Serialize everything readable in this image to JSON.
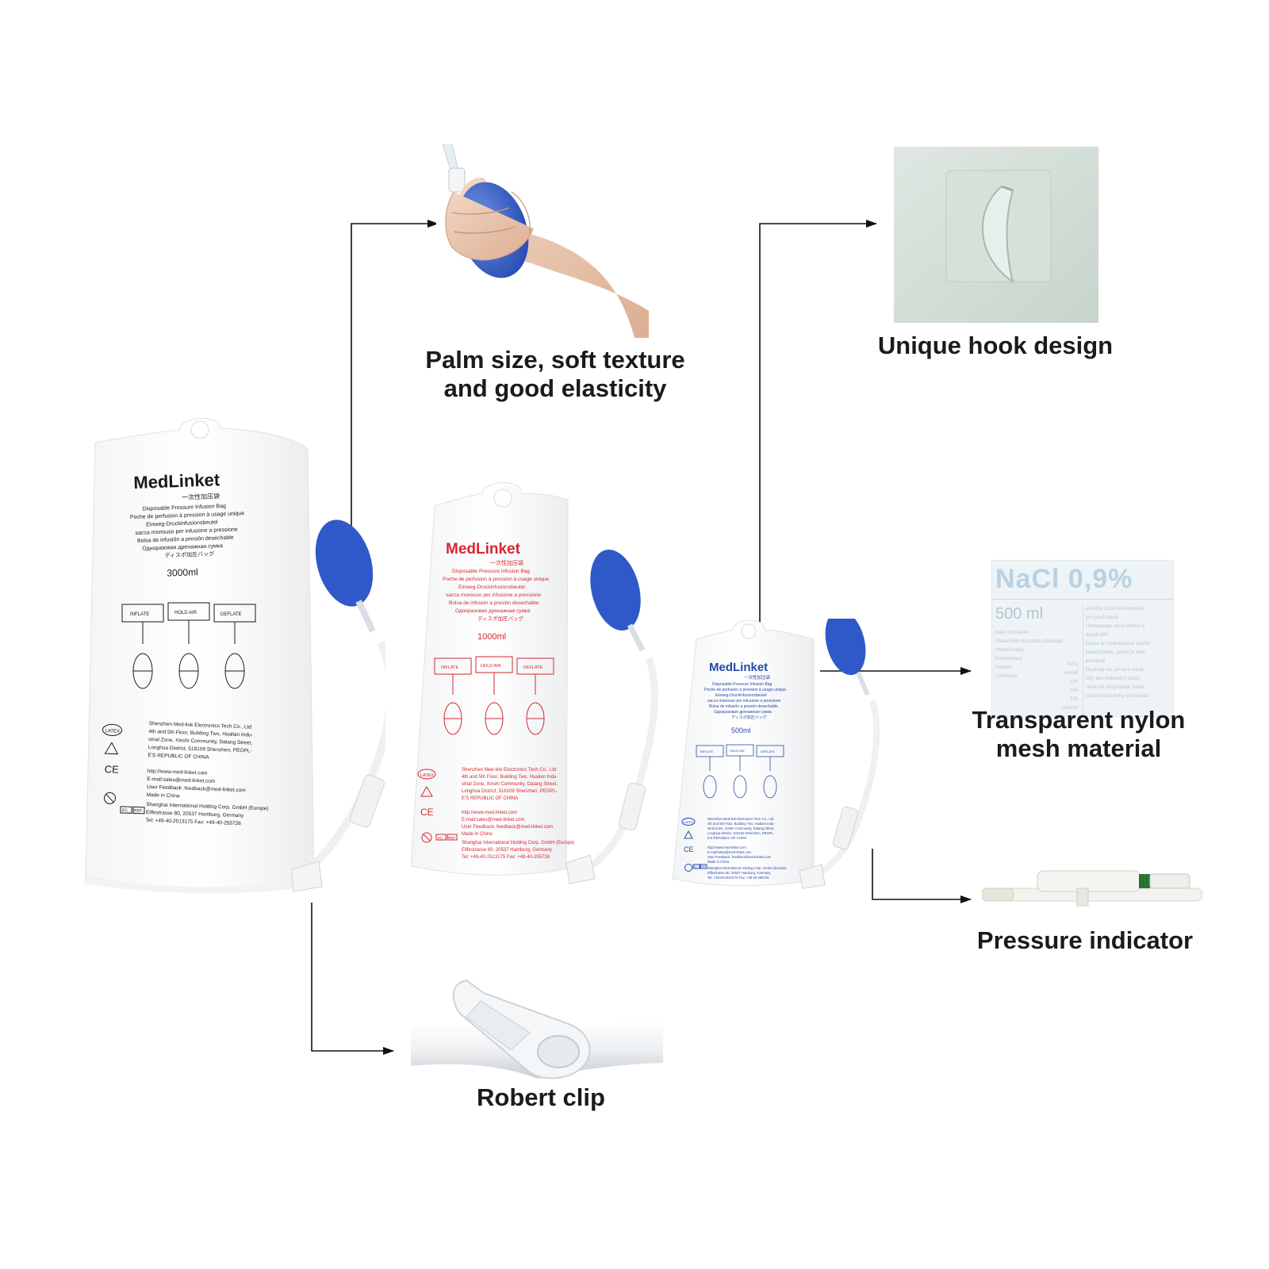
{
  "callouts": {
    "palm": [
      "Palm size, soft texture",
      "and good elasticity"
    ],
    "hook": "Unique hook design",
    "nylon": [
      "Transparent nylon",
      "mesh material"
    ],
    "pressure": "Pressure indicator",
    "clip": "Robert clip"
  },
  "bags": [
    {
      "brand": "MedLinket",
      "cn_name": "一次性加压袋",
      "lines": [
        "Disposable Pressure Infusion Bag",
        "Poche de perfusion à pression à usage unique",
        "Einweg-Druckinfusionsbeutel",
        "sacca monouso per infusione a pressione",
        "Bolsa de infusión a presión desechable",
        "Одноразовая дренажная сумка",
        "ディスポ加圧バッグ"
      ],
      "volume": "3000ml",
      "steps": [
        "INFLATE",
        "HOLD AIR",
        "DEFLATE"
      ],
      "maker": [
        "Shenzhen Med-link Electronics Tech Co., Ltd",
        "4th and 5th Floor, Building Two, Hualian Indu-",
        "strial Zone, Xinshi Community, Dalang Street,",
        "Longhua District, 518109 Shenzhen, PEOPL-",
        "E'S REPUBLIC OF CHINA"
      ],
      "contact": [
        "http://www.med-linket.com",
        "E-mail:sales@med-linket.com",
        "User Feedback :feedback@med-linket.com",
        "Made in China"
      ],
      "rep": [
        "Shanghai International Holding Corp. GmbH (Europe)",
        "Eiffestrasse 80, 20537 Hamburg, Germany",
        "Tel: +49-40-2513175     Fax: +49-40-255726"
      ],
      "latex": "LATEX",
      "ce": "CE",
      "ec": "EC",
      "rep_tag": "REP",
      "color": "#1a1a1a"
    },
    {
      "brand": "MedLinket",
      "cn_name": "一次性加压袋",
      "lines": [
        "Disposable Pressure Infusion Bag",
        "Poche de perfusion à pression à usage unique",
        "Einweg-Druckinfusionsbeutel",
        "sacca monouso per infusione a pressione",
        "Bolsa de infusión a presión desechable",
        "Одноразовая дренажная сумка",
        "ディスポ加圧バッグ"
      ],
      "volume": "1000ml",
      "steps": [
        "INFLATE",
        "HOLD AIR",
        "DEFLATE"
      ],
      "maker": [
        "Shenzhen Med-link Electronics Tech Co., Ltd",
        "4th and 5th Floor, Building Two, Hualian Indu-",
        "strial Zone, Xinshi Community, Dalang Street,",
        "Longhua District, 518109 Shenzhen, PEOPL-",
        "E'S REPUBLIC OF CHINA"
      ],
      "contact": [
        "http://www.med-linket.com",
        "E-mail:sales@med-linket.com",
        "User Feedback: feedback@med-linket.com",
        "Made in China"
      ],
      "rep": [
        "Shanghai International Holding Corp. GmbH (Europe)",
        "Eiffestrasse 80, 20537 Hamburg, Germany",
        "Tel: +49-40-2513175     Fax: +49-40-255726"
      ],
      "latex": "LATEX",
      "ce": "CE",
      "ec": "EC",
      "rep_tag": "REP",
      "color": "#d8262e"
    },
    {
      "brand": "MedLinket",
      "cn_name": "一次性加压袋",
      "lines": [
        "Disposable Pressure Infusion Bag",
        "Poche de perfusion à pression à usage unique",
        "Einweg-Druckinfusionsbeutel",
        "sacca monouso per infusione a pressione",
        "Bolsa de infusión a presión desechable",
        "Одноразовая дренажная сумка",
        "ディスポ加圧バッグ"
      ],
      "volume": "500ml",
      "steps": [
        "INFLATE",
        "HOLD AIR",
        "DEFLATE"
      ],
      "maker": [
        "Shenzhen Med-link Electronics Tech Co., Ltd",
        "4th and 5th Floor, Building Two, Hualian Indu-",
        "strial Zone, Xinshi Community, Dalang Street,",
        "Longhua District, 518109 Shenzhen, PEOPL-",
        "E'S REPUBLIC OF CHINA"
      ],
      "contact": [
        "http://www.med-linket.com",
        "E-mail:sales@med-linket.com",
        "User Feedback: feedback@med-linket.com",
        "Made in China"
      ],
      "rep": [
        "Shanghai International Holding Corp. GmbH (Europe)",
        "Eiffestrasse 80, 20537 Hamburg, Germany",
        "Tel: +49-40-2513175     Fax: +49-40-255726"
      ],
      "latex": "LATEX",
      "ce": "CE",
      "ec": "EC",
      "rep_tag": "REP",
      "color": "#2549a8"
    }
  ],
  "nacl": {
    "title": "NaCl 0,9%",
    "volume": "500 ml",
    "left_lines": [
      "Natrii chloridum",
      "Obsah 500 ml roztoku obsahuje:",
      "chlorid sodný",
      "Koncentrace",
      "Natrium",
      "Chloridum"
    ],
    "right_lines": [
      "přečtěte pozorně informace",
      "pro používatele",
      "Uchovávejte mimo dohled a",
      "dosah dětí",
      "Pouze pro jednorázové použití",
      "Nepoužívejte, pokud je obal",
      "porušený",
      "Používat lze, jen je-li roztok",
      "čirý, bez viditelných částic",
      "Tento lék nevyžaduje žádné",
      "zvláštní podmínky uchovávání"
    ],
    "values": [
      "9,0 g",
      "mmol/l",
      "154",
      "154",
      "308 mOsm/l"
    ]
  }
}
